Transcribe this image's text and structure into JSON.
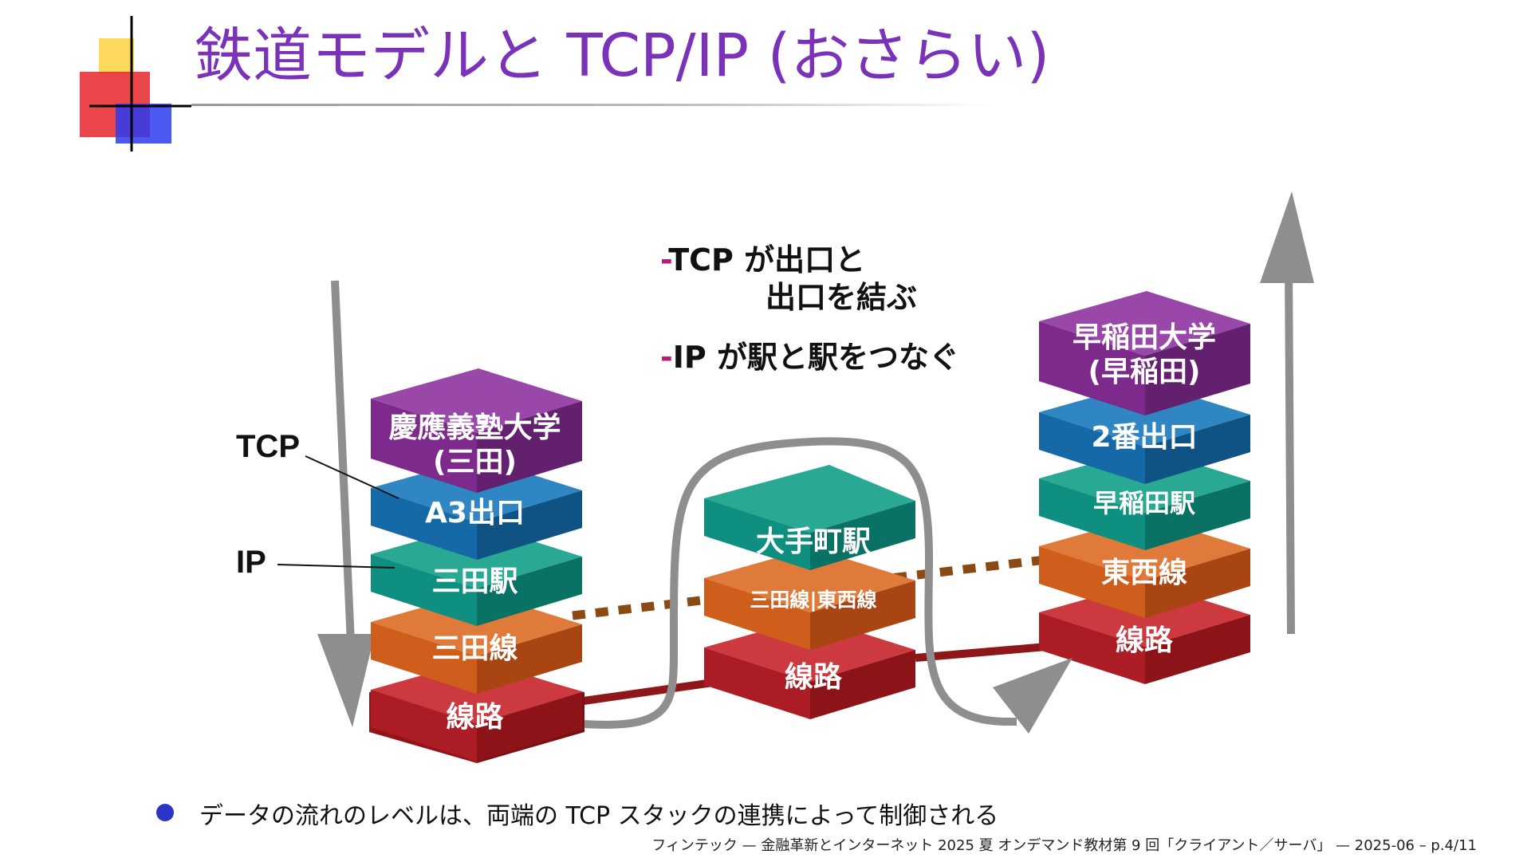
{
  "title": "鉄道モデルと TCP/IP (おさらい)",
  "colors": {
    "title": "#7a33b8",
    "purple": "#7d2a8c",
    "blue": "#1469a6",
    "teal": "#0e8f7f",
    "orange": "#cf5d1b",
    "red": "#ad1e25",
    "arrow_gray": "#8e8e8e",
    "dotted_brown": "#8a4a14",
    "rail": "#8d1719",
    "bullet": "#2b35c5"
  },
  "annotations": {
    "tcp_dash": "-",
    "tcp_line1": "TCP が出口と",
    "tcp_line2": "出口を結ぶ",
    "ip_dash": "-",
    "ip_line": "IP が駅と駅をつなぐ"
  },
  "side_labels": {
    "tcp": "TCP",
    "ip": "IP"
  },
  "stacks": {
    "left": {
      "top_line1": "慶應義塾大学",
      "top_line2": "(三田)",
      "exit": "A3出口",
      "station": "三田駅",
      "line": "三田線",
      "track": "線路"
    },
    "middle": {
      "station": "大手町駅",
      "line": "三田線|東西線",
      "track": "線路"
    },
    "right": {
      "top_line1": "早稲田大学",
      "top_line2": "(早稲田)",
      "exit": "2番出口",
      "station": "早稲田駅",
      "line": "東西線",
      "track": "線路"
    }
  },
  "icons": [
    "down-arrow-icon",
    "up-arrow-icon",
    "bullet-icon"
  ],
  "bullet": "データの流れのレベルは、両端の TCP スタックの連携によって制御される",
  "footer": "フィンテック — 金融革新とインターネット 2025 夏 オンデマンド教材第 9 回「クライアント／サーバ」 — 2025-06 – p.4/11"
}
